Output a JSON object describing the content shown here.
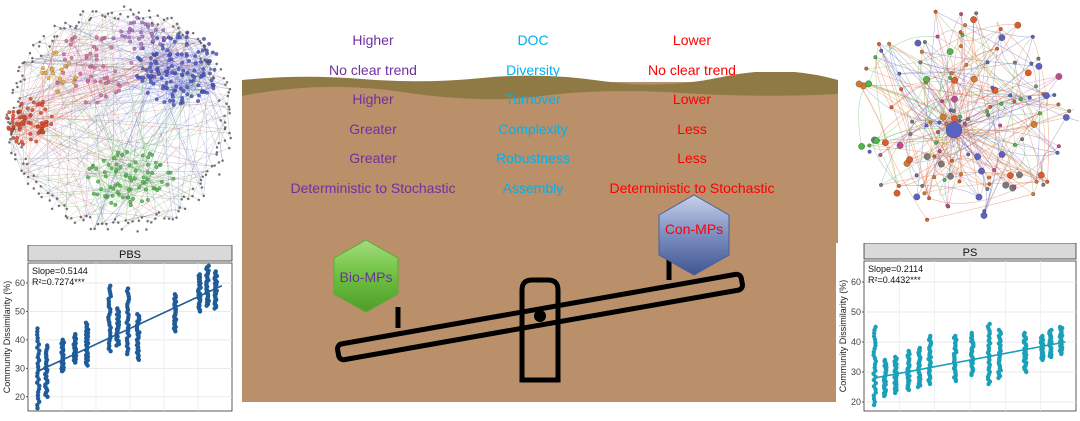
{
  "colors": {
    "bio": "#7030a0",
    "doc": "#00b0f0",
    "con": "#ff0000",
    "soil": "#b9906a",
    "soil_top": "#8f7a45",
    "hex_bio": "#6cc13f",
    "hex_con": "#5a6fae",
    "pbs_series": "#1f5c99",
    "ps_series": "#1aa0b8"
  },
  "rows": [
    {
      "bio": "Higher",
      "metric": "DOC",
      "con": "Lower"
    },
    {
      "bio": "No clear trend",
      "metric": "Diversity",
      "con": "No clear trend"
    },
    {
      "bio": "Higher",
      "metric": "Turnover",
      "con": "Lower"
    },
    {
      "bio": "Greater",
      "metric": "Complexity",
      "con": "Less"
    },
    {
      "bio": "Greater",
      "metric": "Robustness",
      "con": "Less"
    },
    {
      "bio": "Deterministic to Stochastic",
      "metric": "Assembly",
      "con": "Deterministic to Stochastic"
    }
  ],
  "seesaw": {
    "left_label": "Bio-MPs",
    "right_label": "Con-MPs"
  },
  "chart_data": [
    {
      "type": "scatter",
      "title": "PBS",
      "ylabel": "Community Dissimilarity (%)",
      "ylim": [
        15,
        67
      ],
      "yticks": [
        20,
        30,
        40,
        50,
        60
      ],
      "xlim": [
        0,
        1
      ],
      "grid": true,
      "annotations": [
        "Slope=0.5144",
        "R²=0.7274***"
      ],
      "fit": {
        "slope": 0.5144,
        "x0": 0.05,
        "y0": 29,
        "x1": 0.95,
        "y1": 59
      },
      "groups": [
        {
          "x": 0.05,
          "ymin": 16,
          "ymax": 44
        },
        {
          "x": 0.09,
          "ymin": 20,
          "ymax": 38
        },
        {
          "x": 0.17,
          "ymin": 29,
          "ymax": 40
        },
        {
          "x": 0.23,
          "ymin": 32,
          "ymax": 42
        },
        {
          "x": 0.29,
          "ymin": 31,
          "ymax": 46
        },
        {
          "x": 0.4,
          "ymin": 36,
          "ymax": 59
        },
        {
          "x": 0.44,
          "ymin": 38,
          "ymax": 51
        },
        {
          "x": 0.49,
          "ymin": 35,
          "ymax": 58
        },
        {
          "x": 0.54,
          "ymin": 33,
          "ymax": 49
        },
        {
          "x": 0.72,
          "ymin": 43,
          "ymax": 56
        },
        {
          "x": 0.84,
          "ymin": 50,
          "ymax": 63
        },
        {
          "x": 0.88,
          "ymin": 52,
          "ymax": 66
        },
        {
          "x": 0.92,
          "ymin": 51,
          "ymax": 64
        }
      ]
    },
    {
      "type": "scatter",
      "title": "PS",
      "ylabel": "Community Dissimilarity (%)",
      "ylim": [
        17,
        67
      ],
      "yticks": [
        20,
        30,
        40,
        50,
        60
      ],
      "xlim": [
        0,
        1
      ],
      "grid": true,
      "annotations": [
        "Slope=0.2114",
        "R²=0.4432***"
      ],
      "fit": {
        "slope": 0.2114,
        "x0": 0.05,
        "y0": 28,
        "x1": 0.95,
        "y1": 40
      },
      "groups": [
        {
          "x": 0.05,
          "ymin": 19,
          "ymax": 45
        },
        {
          "x": 0.1,
          "ymin": 22,
          "ymax": 34
        },
        {
          "x": 0.15,
          "ymin": 23,
          "ymax": 35
        },
        {
          "x": 0.21,
          "ymin": 24,
          "ymax": 37
        },
        {
          "x": 0.26,
          "ymin": 25,
          "ymax": 38
        },
        {
          "x": 0.31,
          "ymin": 26,
          "ymax": 42
        },
        {
          "x": 0.43,
          "ymin": 27,
          "ymax": 42
        },
        {
          "x": 0.51,
          "ymin": 29,
          "ymax": 43
        },
        {
          "x": 0.59,
          "ymin": 26,
          "ymax": 46
        },
        {
          "x": 0.64,
          "ymin": 28,
          "ymax": 44
        },
        {
          "x": 0.76,
          "ymin": 30,
          "ymax": 43
        },
        {
          "x": 0.84,
          "ymin": 34,
          "ymax": 42
        },
        {
          "x": 0.88,
          "ymin": 35,
          "ymax": 44
        },
        {
          "x": 0.93,
          "ymin": 36,
          "ymax": 45
        }
      ]
    }
  ]
}
